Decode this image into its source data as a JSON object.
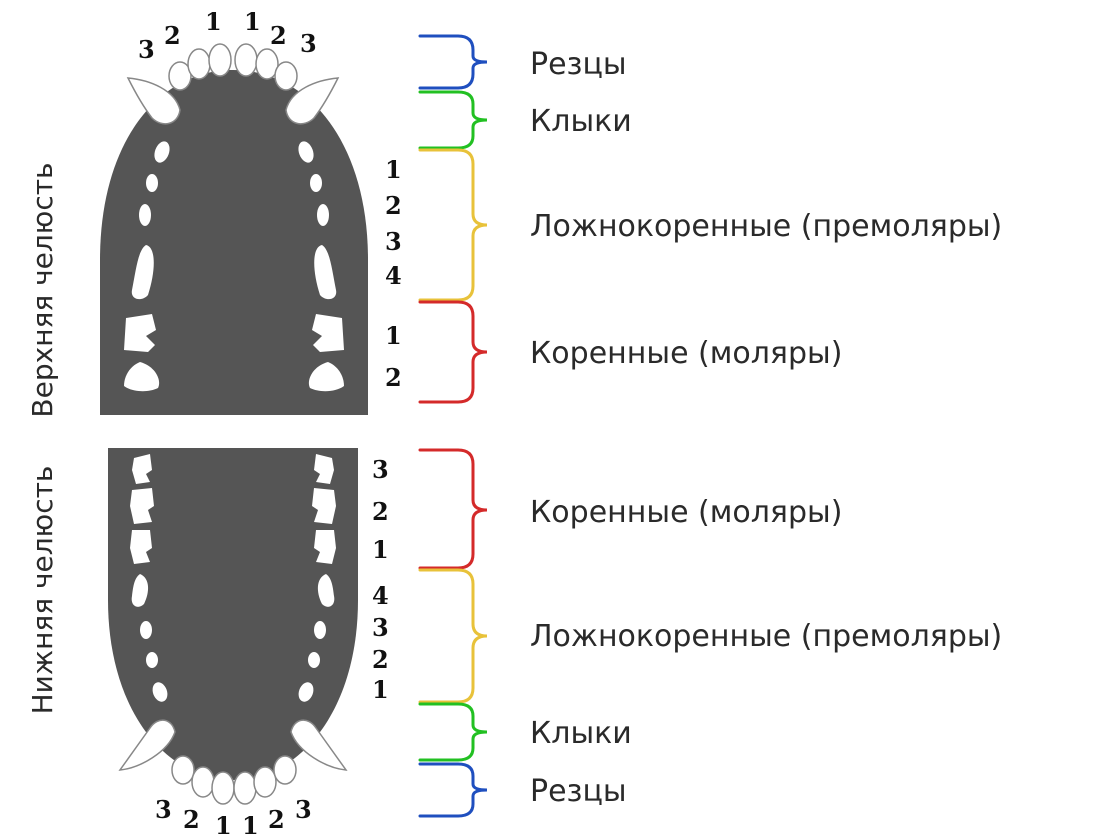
{
  "side_labels": {
    "upper": "Верхняя челюсть",
    "lower": "Нижняя челюсть"
  },
  "upper_incisor_numbers": [
    "3",
    "2",
    "1",
    "1",
    "2",
    "3"
  ],
  "lower_incisor_numbers": [
    "3",
    "2",
    "1",
    "1",
    "2",
    "3"
  ],
  "upper_premolar_numbers": [
    "1",
    "2",
    "3",
    "4"
  ],
  "upper_molar_numbers": [
    "1",
    "2"
  ],
  "lower_molar_numbers": [
    "3",
    "2",
    "1"
  ],
  "lower_premolar_numbers": [
    "4",
    "3",
    "2",
    "1"
  ],
  "groups": [
    {
      "label": "Резцы",
      "color": "#1f4fbf"
    },
    {
      "label": "Клыки",
      "color": "#22c022"
    },
    {
      "label": "Ложнокоренные (премоляры)",
      "color": "#e8c23a"
    },
    {
      "label": "Коренные (моляры)",
      "color": "#d42a2a"
    },
    {
      "label": "Коренные (моляры)",
      "color": "#d42a2a"
    },
    {
      "label": "Ложнокоренные (премоляры)",
      "color": "#e8c23a"
    },
    {
      "label": "Клыки",
      "color": "#22c022"
    },
    {
      "label": "Резцы",
      "color": "#1f4fbf"
    }
  ],
  "colors": {
    "jaw": "#555555",
    "tooth": "#ffffff",
    "tooth_outline": "#888888"
  }
}
